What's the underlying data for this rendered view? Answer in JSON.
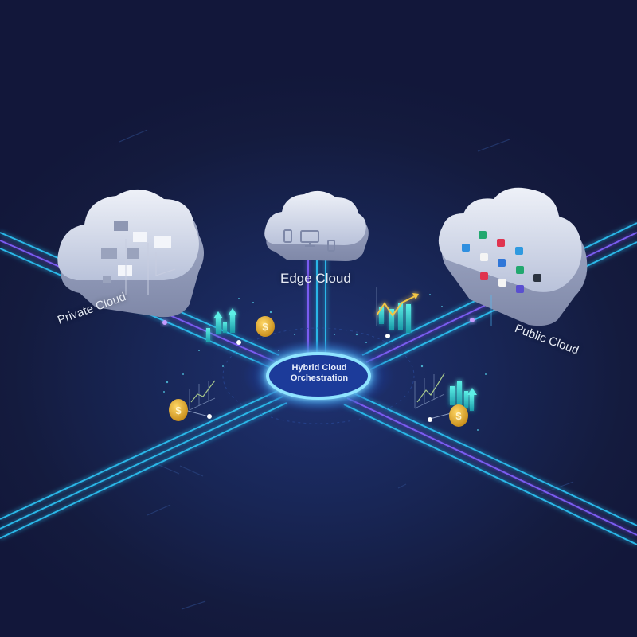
{
  "diagram": {
    "title": "Hybrid Cloud Orchestration",
    "hub": {
      "line1": "Hybrid Cloud",
      "line2": "Orchestration",
      "icon": "orchestration-ring-icon"
    },
    "nodes": [
      {
        "id": "private",
        "label": "Private Cloud",
        "icon": "server-blocks-icon"
      },
      {
        "id": "edge",
        "label": "Edge Cloud",
        "icon": "devices-icon",
        "devices": [
          "tablet",
          "monitor",
          "phone"
        ]
      },
      {
        "id": "public",
        "label": "Public Cloud",
        "icon": "app-tiles-icon",
        "app_tiles": 11
      }
    ],
    "decorations": {
      "coins": [
        "dollar-coin-icon",
        "dollar-coin-icon",
        "dollar-coin-icon"
      ],
      "coin_symbol": "$",
      "charts": [
        "bar-chart-up-icon",
        "line-chart-icon",
        "bar-line-chart-icon",
        "line-chart-icon",
        "bar-chart-up-icon"
      ]
    },
    "colors": {
      "background": "#141b3e",
      "line_cyan": "#2bb7e8",
      "line_purple": "#7a5cf0",
      "hub_glow": "#4fc3ff",
      "cloud": "#d9dff0",
      "coin": "#e8b73a"
    }
  }
}
